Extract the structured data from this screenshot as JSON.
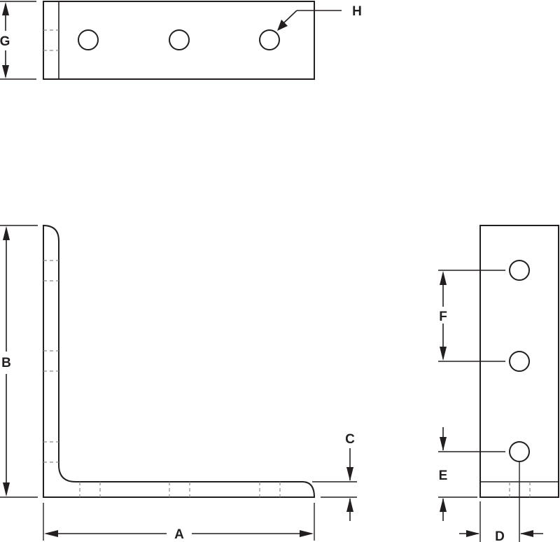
{
  "drawing": {
    "labels": {
      "A": "A",
      "B": "B",
      "C": "C",
      "D": "D",
      "E": "E",
      "F": "F",
      "G": "G",
      "H": "H"
    }
  }
}
